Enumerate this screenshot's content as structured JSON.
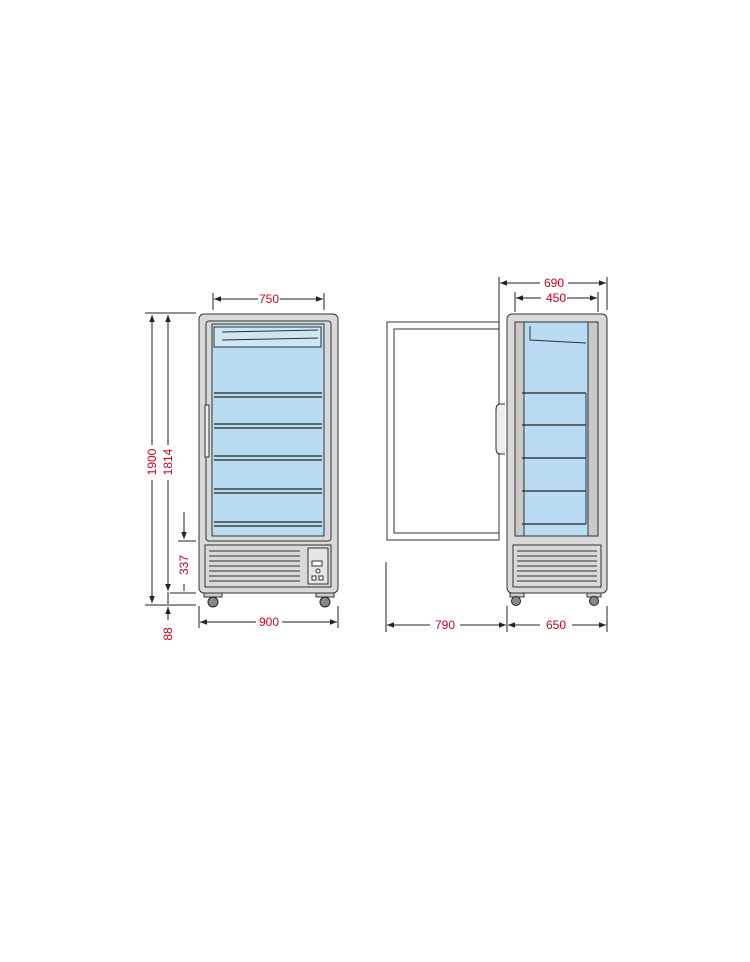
{
  "diagram": {
    "accent_color": "#d0021b",
    "glass_color": "#b9dcf2",
    "frame_color": "#d9d9d9"
  },
  "front_view": {
    "width_inner": "750",
    "width_outer": "900",
    "height_total": "1900",
    "height_body": "1814",
    "height_base": "337",
    "height_feet": "88"
  },
  "side_view": {
    "depth_outer": "690",
    "depth_inner": "450",
    "door_swing": "790",
    "depth_base": "650"
  }
}
